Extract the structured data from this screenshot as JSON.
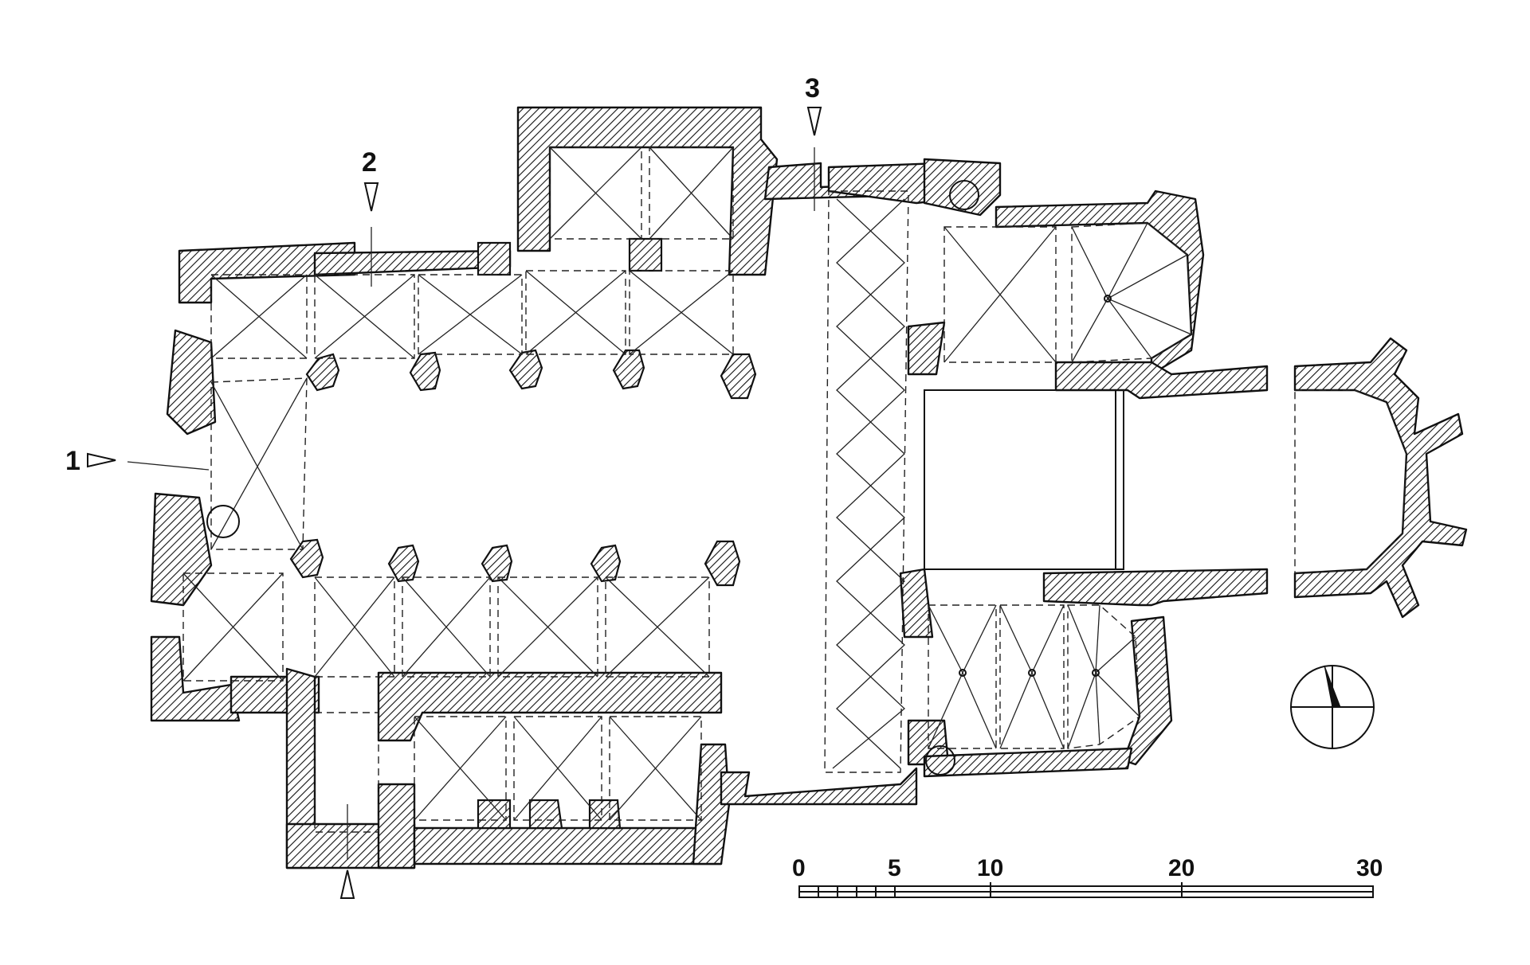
{
  "section_labels": [
    {
      "id": "1",
      "text": "1"
    },
    {
      "id": "2",
      "text": "2"
    },
    {
      "id": "3",
      "text": "3"
    }
  ],
  "scale_bar": {
    "ticks": [
      "0",
      "5",
      "10",
      "20",
      "30"
    ]
  },
  "colors": {
    "ink": "#111111",
    "paper": "#ffffff"
  },
  "icons": {
    "north_arrow": "compass-rose-icon",
    "section_marker": "triangle-marker-icon"
  }
}
